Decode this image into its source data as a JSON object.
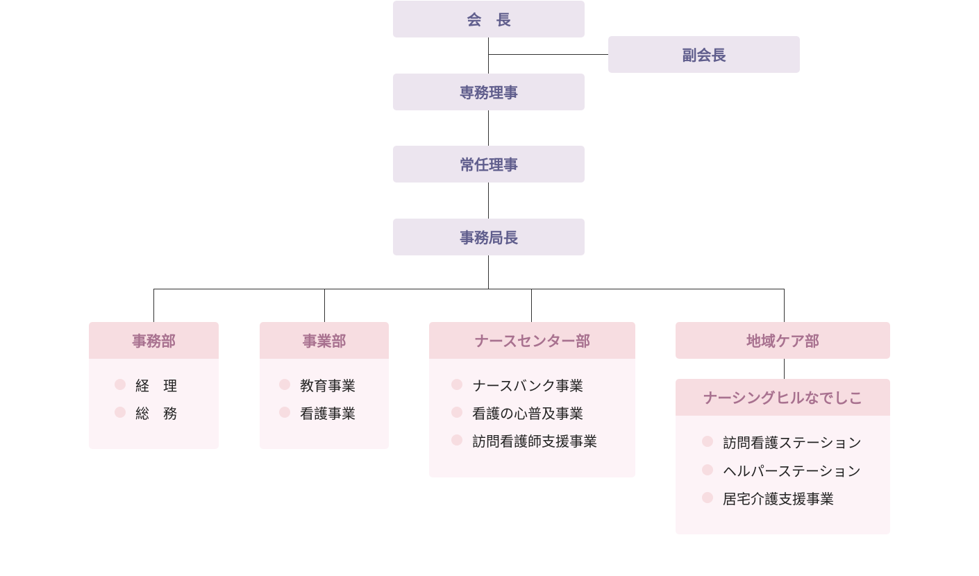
{
  "executives": {
    "chairman": "会　長",
    "vice_chairman": "副会長",
    "executive_director": "専務理事",
    "managing_director": "常任理事",
    "secretary_general": "事務局長"
  },
  "departments": [
    {
      "name": "事務部",
      "items": [
        "経　理",
        "総　務"
      ]
    },
    {
      "name": "事業部",
      "items": [
        "教育事業",
        "看護事業"
      ]
    },
    {
      "name": "ナースセンター部",
      "items": [
        "ナースバンク事業",
        "看護の心普及事業",
        "訪問看護師支援事業"
      ]
    },
    {
      "name": "地域ケア部",
      "items": []
    }
  ],
  "sub_department": {
    "name": "ナーシングヒルなでしこ",
    "items": [
      "訪問看護ステーション",
      "ヘルパーステーション",
      "居宅介護支援事業"
    ]
  },
  "colors": {
    "exec_box": "#ece5ef",
    "exec_text": "#5f5d8c",
    "dept_header": "#f7dde1",
    "dept_text": "#a8718f",
    "dept_body": "#fdf3f7",
    "bullet": "#f7dde1"
  }
}
